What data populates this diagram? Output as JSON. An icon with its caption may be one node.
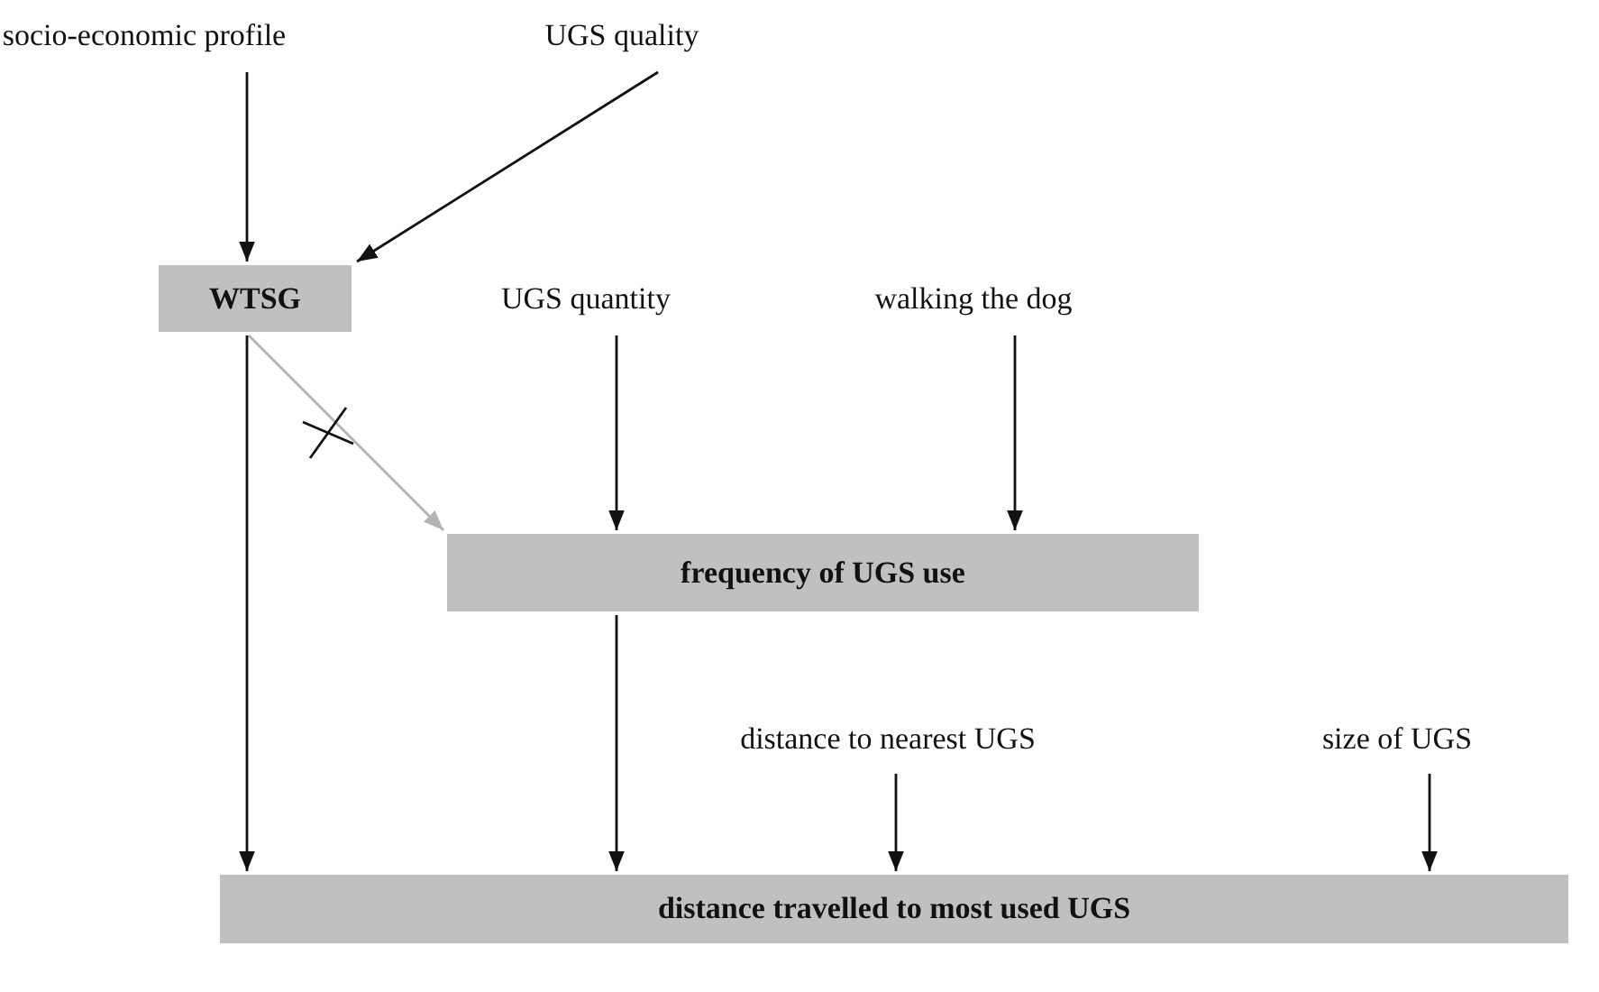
{
  "diagram": {
    "nodes": [
      {
        "text": [
          "socio-economic profile"
        ]
      },
      {
        "text": [
          "UGS quality"
        ]
      },
      {
        "text": [
          "WTSG"
        ]
      },
      {
        "text": [
          "UGS quantity"
        ]
      },
      {
        "text": [
          "walking the dog"
        ]
      },
      {
        "text": [
          "frequency of UGS use"
        ]
      },
      {
        "text": [
          "distance to nearest UGS"
        ]
      },
      {
        "text": [
          "size of UGS"
        ]
      },
      {
        "text": [
          "distance travelled to most used UGS"
        ]
      }
    ],
    "edges": [
      {
        "from": 0,
        "to": 2,
        "arrow": "to"
      },
      {
        "from": 1,
        "to": 2,
        "arrow": "to"
      },
      {
        "from": 2,
        "to": 5,
        "arrow": "to",
        "color": "#b4b4b4"
      },
      {
        "from": 3,
        "to": 5,
        "arrow": "to"
      },
      {
        "from": 4,
        "to": 5,
        "arrow": "to"
      },
      {
        "from": 5,
        "to": 8,
        "arrow": "to"
      },
      {
        "from": 2,
        "to": 8,
        "arrow": "to"
      },
      {
        "from": 6,
        "to": 8,
        "arrow": "to"
      },
      {
        "from": 7,
        "to": 8,
        "arrow": "to"
      }
    ]
  }
}
